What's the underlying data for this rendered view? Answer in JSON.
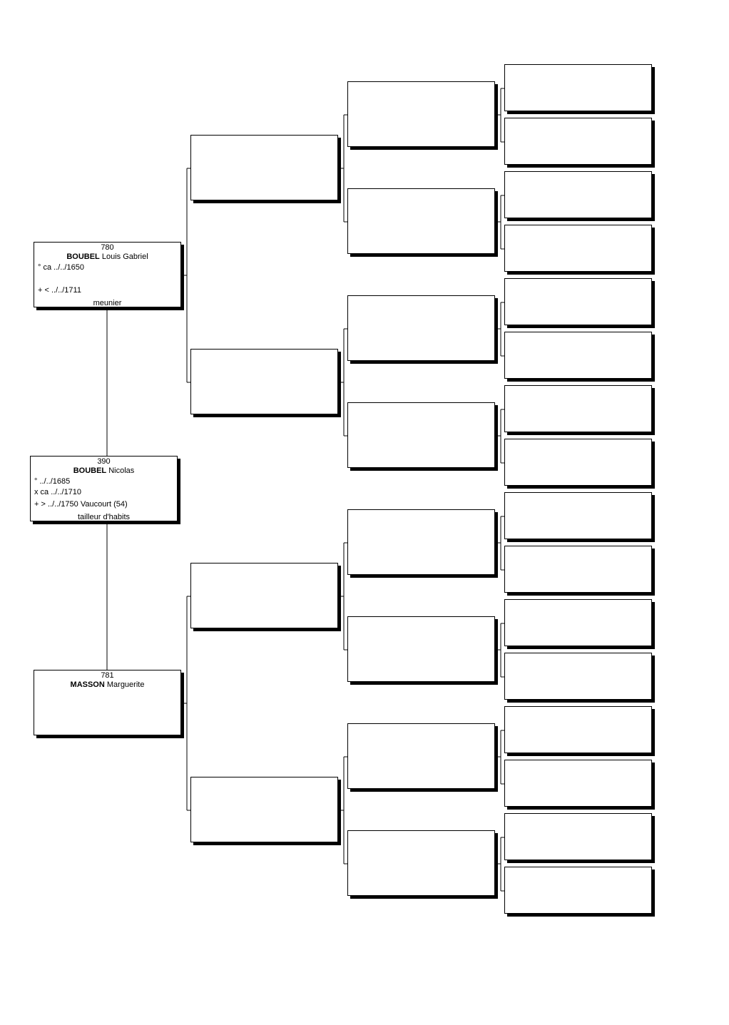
{
  "persons": {
    "p390": {
      "sosa": "390",
      "surname": "BOUBEL",
      "given": " Nicolas",
      "birth": "° ../../1685",
      "marriage": "x ca ../../1710",
      "death": "+ > ../../1750 Vaucourt (54)",
      "occupation": "tailleur d'habits"
    },
    "p780": {
      "sosa": "780",
      "surname": "BOUBEL",
      "given": " Louis Gabriel",
      "birth": "° ca ../../1650",
      "death": "+ < ../../1711",
      "occupation": "meunier"
    },
    "p781": {
      "sosa": "781",
      "surname": "MASSON",
      "given": " Marguerite"
    }
  }
}
